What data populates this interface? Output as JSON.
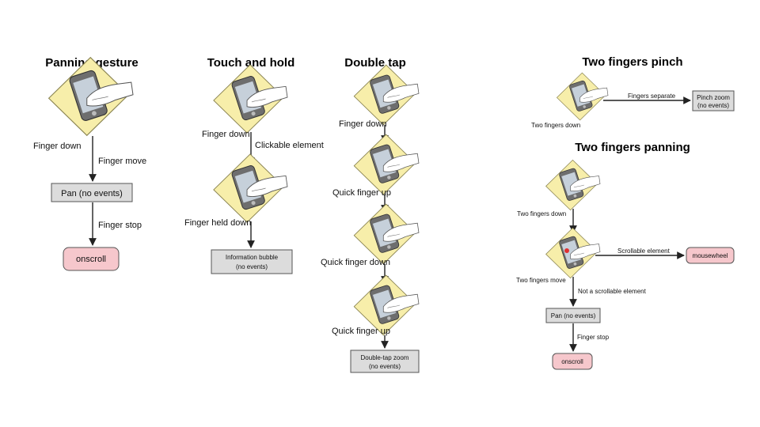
{
  "colors": {
    "pad": "#f7eeaa",
    "phone": "#6e6e6e",
    "grey_box": "#dcdcdc",
    "pink_box": "#f6c7cc"
  },
  "icons": [
    "touch-device-icon"
  ],
  "panels": {
    "panning": {
      "title": "Panning gesture",
      "finger_down": "Finger down",
      "finger_move": "Finger move",
      "pan_box": "Pan (no events)",
      "finger_stop": "Finger stop",
      "onscroll": "onscroll"
    },
    "touch_hold": {
      "title": "Touch and hold",
      "finger_down": "Finger down",
      "clickable": "Clickable element",
      "finger_held": "Finger held down",
      "bubble_line1": "Information bubble",
      "bubble_line2": "(no events)"
    },
    "double_tap": {
      "title": "Double tap",
      "finger_down": "Finger down",
      "quick_up_1": "Quick finger up",
      "quick_down": "Quick finger down",
      "quick_up_2": "Quick finger up",
      "zoom_line1": "Double-tap zoom",
      "zoom_line2": "(no events)"
    },
    "pinch": {
      "title": "Two fingers pinch",
      "fingers_separate": "Fingers separate",
      "fingers_down": "Two fingers down",
      "zoom_line1": "Pinch zoom",
      "zoom_line2": "(no events)"
    },
    "two_panning": {
      "title": "Two fingers panning",
      "fingers_down": "Two fingers down",
      "scrollable": "Scrollable element",
      "mousewheel": "mousewheel",
      "fingers_move": "Two fingers move",
      "not_scrollable": "Not a scrollable element",
      "pan_box": "Pan (no events)",
      "finger_stop": "Finger stop",
      "onscroll": "onscroll"
    }
  }
}
